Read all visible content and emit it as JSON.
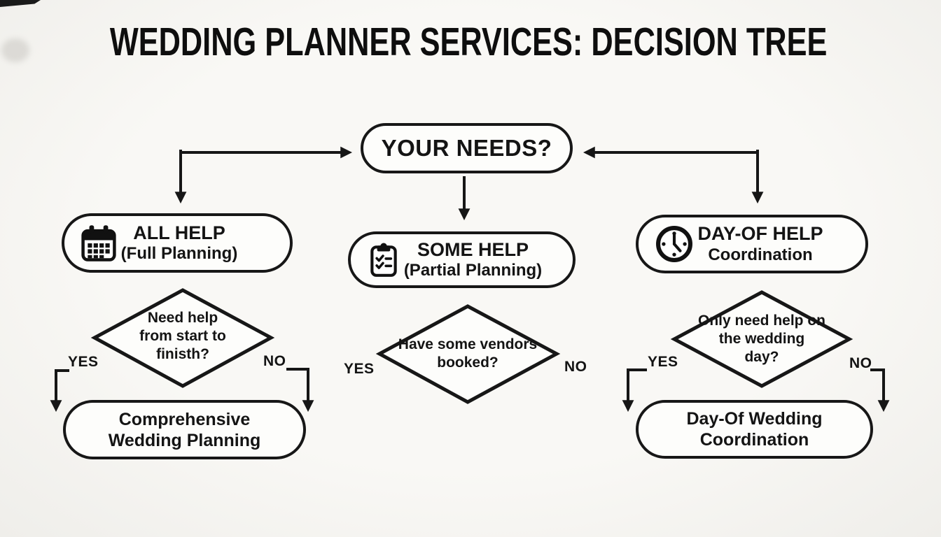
{
  "title": "WEDDING PLANNER SERVICES: DECISION TREE",
  "root": {
    "label": "YOUR NEEDS?"
  },
  "options": [
    {
      "id": "all-help",
      "icon": "calendar-icon",
      "title": "ALL HELP",
      "subtitle": "(Full Planning)"
    },
    {
      "id": "some-help",
      "icon": "clipboard-icon",
      "title": "SOME HELP",
      "subtitle": "(Partial Planning)"
    },
    {
      "id": "day-of-help",
      "icon": "clock-icon",
      "title": "DAY-OF HELP",
      "subtitle": "Coordination"
    }
  ],
  "questions": [
    {
      "id": "left",
      "line1": "Need help",
      "line2": "from start to",
      "line3": "finisth?"
    },
    {
      "id": "center",
      "line1": "Have some vendors",
      "line2": "booked?"
    },
    {
      "id": "right",
      "line1": "Only need help on",
      "line2": "the wedding",
      "line3": "day?"
    }
  ],
  "branch_labels": {
    "yes": "YES",
    "no": "NO"
  },
  "outcomes": [
    {
      "id": "comprehensive-planning",
      "line1": "Comprehensive",
      "line2": "Wedding Planning"
    },
    {
      "id": "day-of-coordination",
      "line1": "Day-Of Wedding",
      "line2": "Coordination"
    }
  ],
  "colors": {
    "background": "#f7f6f3",
    "node_fill": "#fdfdfb",
    "stroke": "#171717",
    "text": "#141414"
  }
}
